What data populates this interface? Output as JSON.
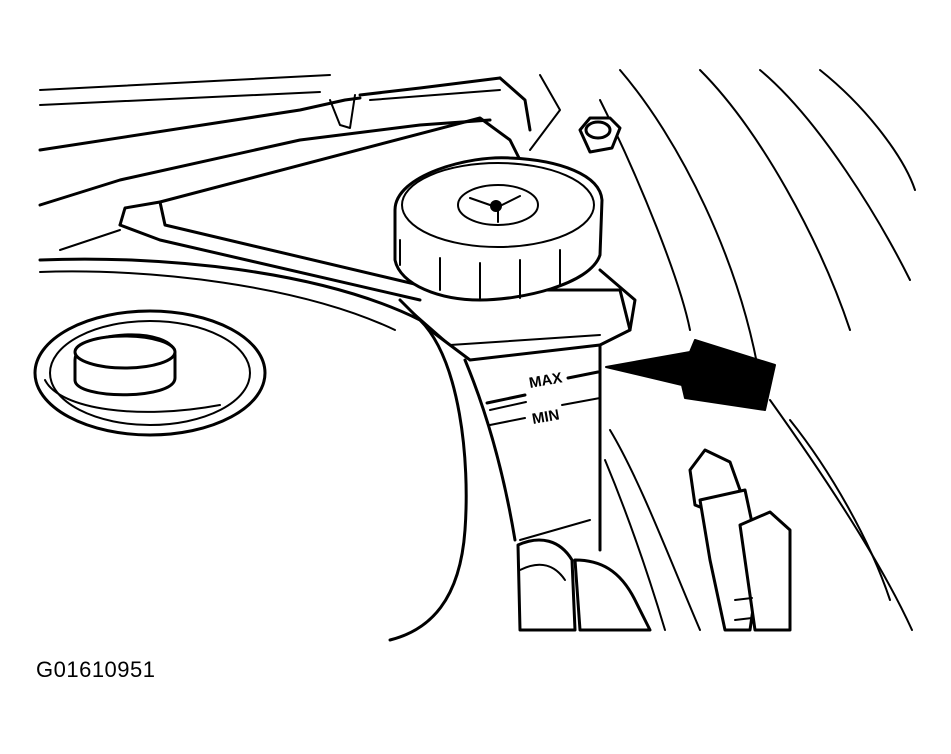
{
  "figure": {
    "id_label": "G01610951",
    "reservoir_marks": {
      "max_label": "MAX",
      "min_label": "MIN"
    }
  }
}
